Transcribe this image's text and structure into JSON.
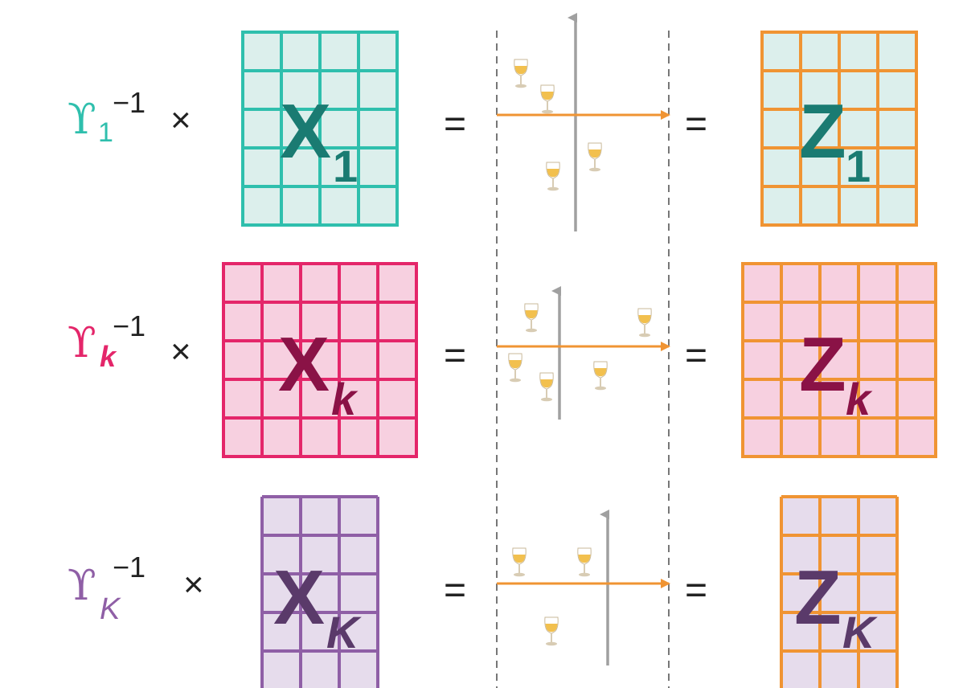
{
  "colors": {
    "row1": {
      "accent": "#2fbfad",
      "fill": "#dcefec",
      "grid": "#2fbfad",
      "letter": "#1a7b72"
    },
    "row2": {
      "accent": "#e4266a",
      "fill": "#f7d0e0",
      "grid": "#e4266a",
      "letter": "#8a1246"
    },
    "row3": {
      "accent": "#8f5fa6",
      "fill": "#e6dcec",
      "grid": "#8f5fa6",
      "letter": "#5a3a6a"
    },
    "output_grid": "#f09433",
    "axis": "#a0a0a0",
    "arrow": "#f09433",
    "dash": "#555555",
    "text": "#222222"
  },
  "operators": {
    "inverse_exponent": "−1",
    "times": "×",
    "equals": "="
  },
  "rows": [
    {
      "upsilon": "ϒ",
      "subscript": "1",
      "x_letter": "X",
      "x_sub": "1",
      "z_letter": "Z",
      "z_sub": "1",
      "x_grid": {
        "cols": 4,
        "rows": 5
      },
      "z_grid": {
        "cols": 4,
        "rows": 5
      },
      "glass_count": 4
    },
    {
      "upsilon": "ϒ",
      "subscript": "k",
      "x_letter": "X",
      "x_sub": "k",
      "z_letter": "Z",
      "z_sub": "k",
      "x_grid": {
        "cols": 5,
        "rows": 5
      },
      "z_grid": {
        "cols": 5,
        "rows": 5
      },
      "glass_count": 5
    },
    {
      "upsilon": "ϒ",
      "subscript": "K",
      "x_letter": "X",
      "x_sub": "K",
      "z_letter": "Z",
      "z_sub": "K",
      "x_grid": {
        "cols": 3,
        "rows": 5
      },
      "z_grid": {
        "cols": 3,
        "rows": 5
      },
      "glass_count": 3
    }
  ]
}
